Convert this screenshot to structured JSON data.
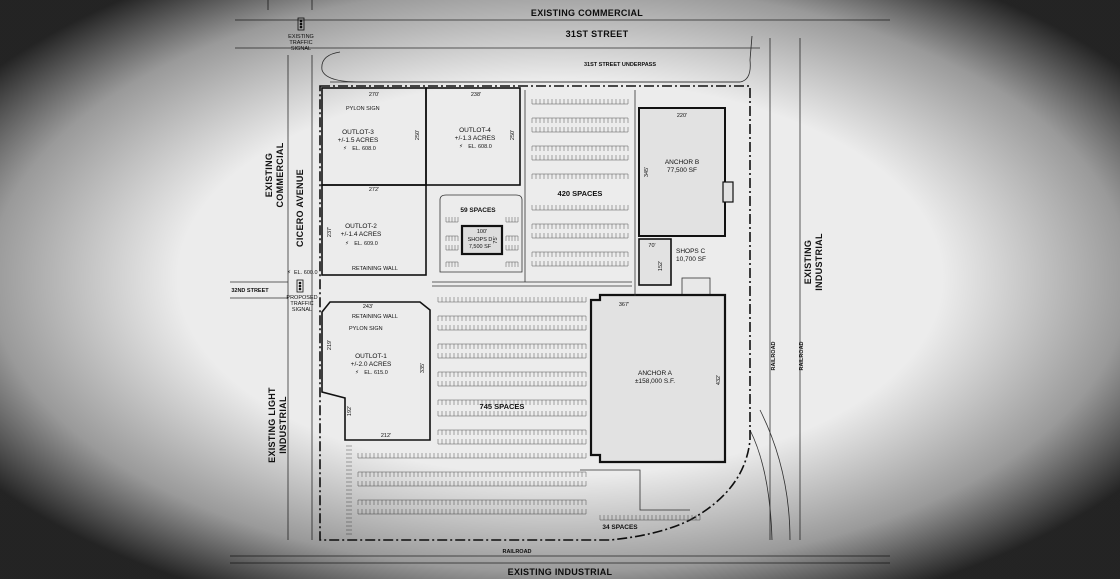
{
  "roads": {
    "top": "EXISTING COMMERCIAL",
    "street_31": "31ST STREET",
    "underpass": "31ST STREET UNDERPASS",
    "cicero": "CICERO AVENUE",
    "street_32": "32ND STREET",
    "railroad_bottom": "RAILROAD",
    "railroad_right_1": "RAILROAD",
    "railroad_right_2": "RAILROAD",
    "bottom": "EXISTING INDUSTRIAL"
  },
  "surroundings": {
    "left_top": [
      "EXISTING",
      "COMMERCIAL"
    ],
    "left_bottom": [
      "EXISTING LIGHT",
      "INDUSTRIAL"
    ],
    "right": [
      "EXISTING",
      "INDUSTRIAL"
    ]
  },
  "signals": {
    "existing": [
      "EXISTING",
      "TRAFFIC",
      "SIGNAL"
    ],
    "proposed": [
      "PROPOSED",
      "TRAFFIC",
      "SIGNAL"
    ]
  },
  "parcels": {
    "outlot3": {
      "name": "OUTLOT-3",
      "acres": "+/-1.5 ACRES",
      "elev": "EL. 608.0",
      "w": "270'",
      "h": "250'"
    },
    "outlot4": {
      "name": "OUTLOT-4",
      "acres": "+/-1.3 ACRES",
      "elev": "EL. 608.0",
      "w": "238'",
      "h": "250'"
    },
    "outlot2": {
      "name": "OUTLOT-2",
      "acres": "+/-1.4 ACRES",
      "elev": "EL. 609.0",
      "w": "272'",
      "h": "237'"
    },
    "outlot1": {
      "name": "OUTLOT-1",
      "acres": "+/-2.0 ACRES",
      "elev": "EL. 615.0",
      "w": "243'",
      "h": "219'",
      "h2": "335'",
      "w2": "212'",
      "h3": "192'"
    },
    "shopsD": {
      "name": "SHOPS D",
      "area": "7,500 SF",
      "w": "100'",
      "h": "75'"
    },
    "shopsC": {
      "name": "SHOPS C",
      "area": "10,700 SF",
      "w": "70'",
      "h": "152'"
    },
    "anchorB": {
      "name": "ANCHOR B",
      "area": "77,500 SF",
      "w": "220'",
      "h": "345'"
    },
    "anchorA": {
      "name": "ANCHOR A",
      "area": "±158,000 S.F.",
      "w": "367'",
      "h": "432'"
    }
  },
  "notes": {
    "pylon_top": "PYLON SIGN",
    "pylon_bottom": "PYLON SIGN",
    "retaining_1": "RETAINING WALL",
    "retaining_2": "RETAINING WALL",
    "el_800": "EL. 600.0"
  },
  "parking": {
    "p420": "420 SPACES",
    "p59": "59 SPACES",
    "p745": "745 SPACES",
    "p34": "34 SPACES"
  }
}
